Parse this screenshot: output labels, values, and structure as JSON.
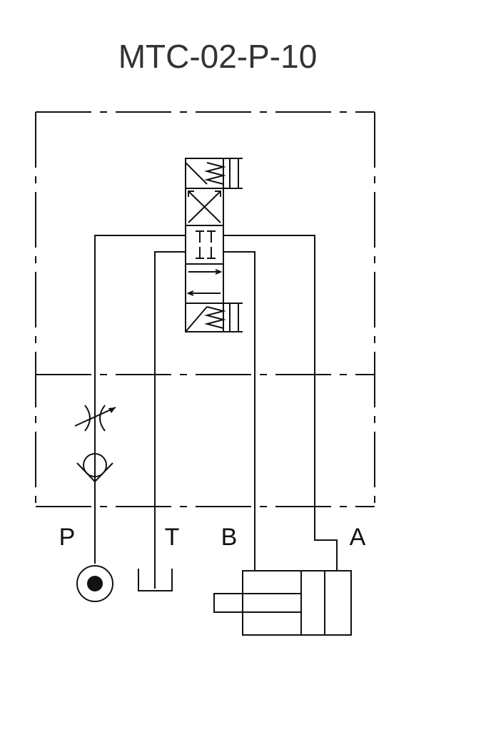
{
  "diagram": {
    "title": "MTC-02-P-10",
    "ports": {
      "p": "P",
      "t": "T",
      "b": "B",
      "a": "A"
    },
    "colors": {
      "line": "#111111",
      "title": "#333333",
      "background": "#ffffff"
    }
  }
}
